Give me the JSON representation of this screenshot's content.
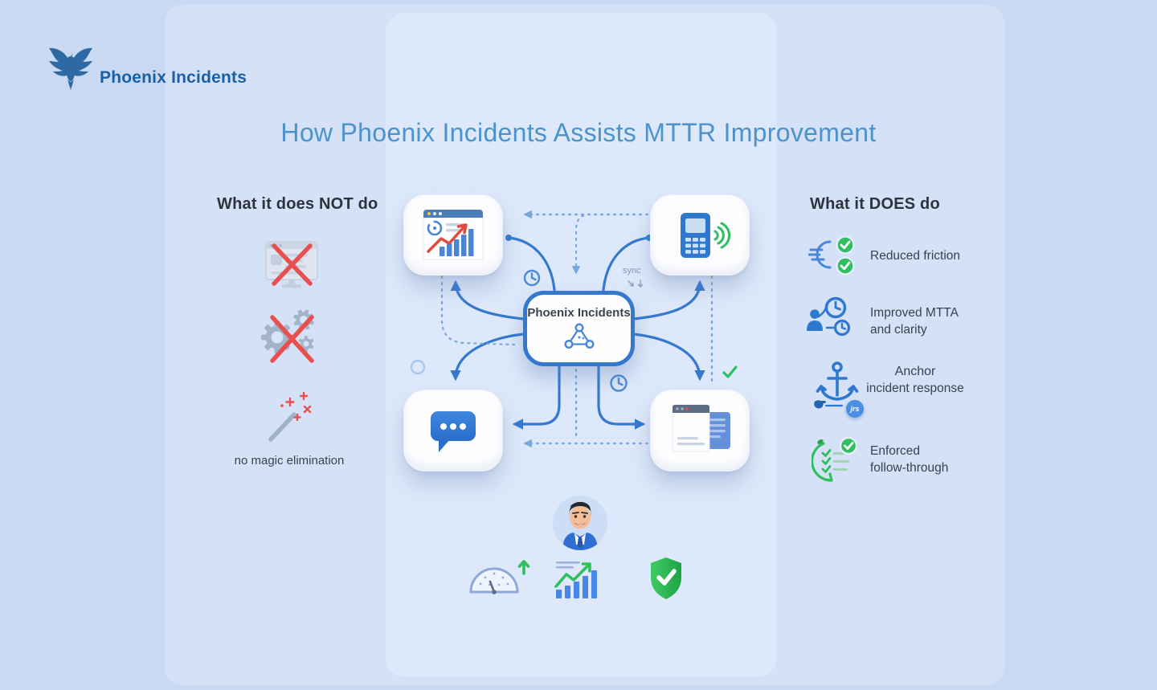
{
  "colors": {
    "accent_blue": "#3579cf",
    "brand_blue": "#1a5fa8",
    "title_blue": "#4d93cb",
    "text_dark": "#2e3744",
    "green": "#2fbf5f",
    "red": "#e8504f"
  },
  "brand": {
    "name": "Phoenix Incidents",
    "logo_icon": "phoenix-bird-icon"
  },
  "page_title": "How Phoenix Incidents Assists MTTR Improvement",
  "not_do": {
    "header": "What it does NOT do",
    "icons": [
      {
        "name": "browser-crossed-out-icon"
      },
      {
        "name": "gears-crossed-out-icon"
      },
      {
        "name": "magic-wand-sparkles-icon"
      }
    ],
    "caption": "no magic elimination"
  },
  "does_do": {
    "header": "What it DOES do",
    "items": [
      {
        "icon": "speed-double-check-icon",
        "line1": "Reduced friction",
        "line2": ""
      },
      {
        "icon": "person-clocks-icon",
        "line1": "Improved MTTA",
        "line2": "and clarity"
      },
      {
        "icon": "anchor-icon",
        "line1": "Anchor",
        "line2": "incident response"
      },
      {
        "icon": "checklist-cycle-icon",
        "line1": "Enforced",
        "line2": "follow-through"
      }
    ],
    "anchor_badge": "jrs"
  },
  "diagram": {
    "center_label": "Phoenix Incidents",
    "sync_label": "sync",
    "nodes": [
      {
        "name": "analytics-dashboard-node"
      },
      {
        "name": "pager-alert-node"
      },
      {
        "name": "chat-message-node"
      },
      {
        "name": "documents-node"
      }
    ]
  },
  "footer": {
    "icons": [
      {
        "name": "gauge-improvement-icon"
      },
      {
        "name": "rising-bar-chart-icon"
      },
      {
        "name": "shield-check-icon"
      }
    ]
  }
}
